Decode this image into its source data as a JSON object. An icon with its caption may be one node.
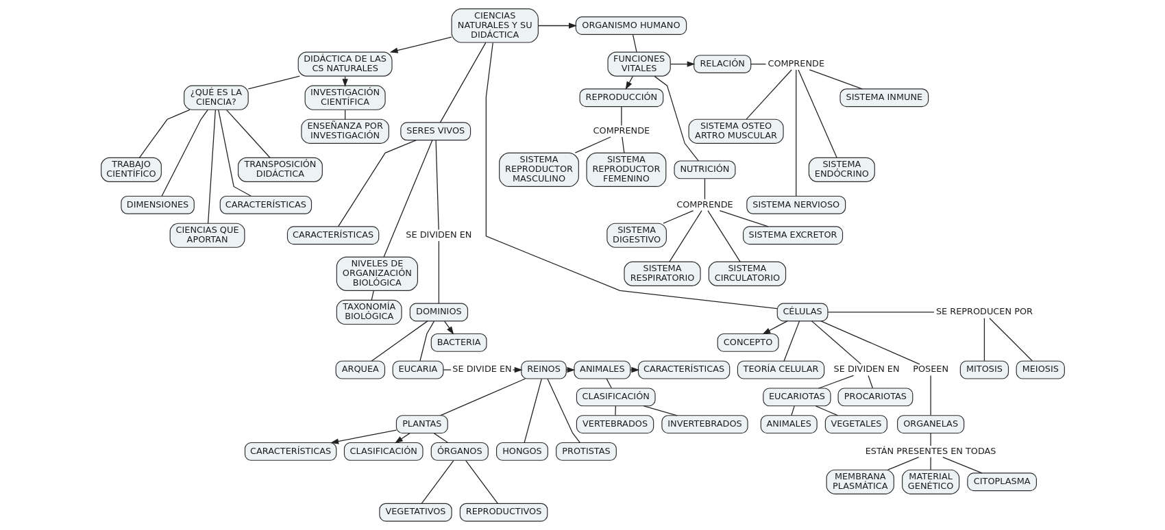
{
  "diagram": {
    "nodes": [
      {
        "text": [
          "CIENCIAS NATURALES Y SU DIDÁCTICA"
        ]
      },
      {
        "text": [
          "ORGANISMO HUMANO"
        ]
      },
      {
        "text": [
          "DIDÁCTICA DE LAS CS NATURALES"
        ]
      },
      {
        "text": [
          "INVESTIGACIÓN CIENTÍFICA"
        ]
      },
      {
        "text": [
          "REPRODUCCIÓN"
        ]
      },
      {
        "text": [
          "FUNCIONES VITALES"
        ]
      },
      {
        "text": [
          "RELACIÓN"
        ]
      },
      {
        "text": [
          "COMPRENDE"
        ]
      },
      {
        "text": [
          "¿QUÉ ES LA CIENCIA?"
        ]
      },
      {
        "text": [
          "ENSEÑANZA POR INVESTIGACIÓN"
        ]
      },
      {
        "text": [
          "SERES VIVOS"
        ]
      },
      {
        "text": [
          "COMPRENDE"
        ]
      },
      {
        "text": [
          "SISTEMA OSTEO ARTRO MUSCULAR"
        ]
      },
      {
        "text": [
          "SISTEMA INMUNE"
        ]
      },
      {
        "text": [
          "TRABAJO CIENTÍFICO"
        ]
      },
      {
        "text": [
          "TRANSPOSICIÓN DIDÁCTICA"
        ]
      },
      {
        "text": [
          "SISTEMA REPRODUCTOR MASCULINO"
        ]
      },
      {
        "text": [
          "SISTEMA REPRODUCTOR FEMENINO"
        ]
      },
      {
        "text": [
          "NUTRICIÓN"
        ]
      },
      {
        "text": [
          "COMPRENDE"
        ]
      },
      {
        "text": [
          "SISTEMA NERVIOSO"
        ]
      },
      {
        "text": [
          "SISTEMA ENDÓCRINO"
        ]
      },
      {
        "text": [
          "DIMENSIONES"
        ]
      },
      {
        "text": [
          "CIENCIAS QUE APORTAN"
        ]
      },
      {
        "text": [
          "CARACTERÍSTICAS"
        ]
      },
      {
        "text": [
          "CARACTERÍSTICAS"
        ]
      },
      {
        "text": [
          "SE DIVIDEN EN"
        ]
      },
      {
        "text": [
          "SISTEMA DIGESTIVO"
        ]
      },
      {
        "text": [
          "SISTEMA EXCRETOR"
        ]
      },
      {
        "text": [
          "NIVELES DE ORGANIZACIÓN BIOLÓGICA"
        ]
      },
      {
        "text": [
          "SISTEMA RESPIRATORIO"
        ]
      },
      {
        "text": [
          "SISTEMA CIRCULATORIO"
        ]
      },
      {
        "text": [
          "CONCEPTO"
        ]
      },
      {
        "text": [
          "CÉLULAS"
        ]
      },
      {
        "text": [
          "SE REPRODUCEN POR"
        ]
      },
      {
        "text": [
          "TAXONOMÍA BIOLÓGICA"
        ]
      },
      {
        "text": [
          "DOMINIOS"
        ]
      },
      {
        "text": [
          "BACTERIA"
        ]
      },
      {
        "text": [
          "CARACTERÍSTICAS"
        ]
      },
      {
        "text": [
          "TEORÍA CELULAR"
        ]
      },
      {
        "text": [
          "SE DIVIDEN EN"
        ]
      },
      {
        "text": [
          "POSEEN"
        ]
      },
      {
        "text": [
          "MITOSIS"
        ]
      },
      {
        "text": [
          "MEIOSIS"
        ]
      },
      {
        "text": [
          "ARQUEA"
        ]
      },
      {
        "text": [
          "EUCARIA"
        ]
      },
      {
        "text": [
          "SE DIVIDE EN"
        ]
      },
      {
        "text": [
          "REINOS"
        ]
      },
      {
        "text": [
          "ANIMALES"
        ]
      },
      {
        "text": [
          "EUCARIOTAS"
        ]
      },
      {
        "text": [
          "PROCARIOTAS"
        ]
      },
      {
        "text": [
          "ORGANELAS"
        ]
      },
      {
        "text": [
          "CLASIFICACIÓN"
        ]
      },
      {
        "text": [
          "ANIMALES"
        ]
      },
      {
        "text": [
          "VEGETALES"
        ]
      },
      {
        "text": [
          "ESTÁN PRESENTES EN TODAS"
        ]
      },
      {
        "text": [
          "CARACTERÍSTICAS"
        ]
      },
      {
        "text": [
          "PLANTAS"
        ]
      },
      {
        "text": [
          "VERTEBRADOS"
        ]
      },
      {
        "text": [
          "INVERTEBRADOS"
        ]
      },
      {
        "text": [
          "MEMBRANA PLASMÁTICA"
        ]
      },
      {
        "text": [
          "CITOPLASMA"
        ]
      },
      {
        "text": [
          "CLASIFICACIÓN"
        ]
      },
      {
        "text": [
          "ÓRGANOS"
        ]
      },
      {
        "text": [
          "HONGOS"
        ]
      },
      {
        "text": [
          "PROTISTAS"
        ]
      },
      {
        "text": [
          "MATERIAL GENÉTICO"
        ]
      },
      {
        "text": [
          "VEGETATIVOS"
        ]
      },
      {
        "text": [
          "REPRODUCTIVOS"
        ]
      }
    ],
    "edges": [
      {
        "from": 0,
        "to": 2,
        "arrow": "to"
      },
      {
        "from": 2,
        "to": 8,
        "arrow": "none"
      },
      {
        "from": 8,
        "to": 14,
        "arrow": "none"
      },
      {
        "from": 8,
        "to": 22,
        "arrow": "none"
      },
      {
        "from": 8,
        "to": 23,
        "arrow": "none"
      },
      {
        "from": 8,
        "to": 24,
        "arrow": "none"
      },
      {
        "from": 8,
        "to": 15,
        "arrow": "none"
      },
      {
        "from": 2,
        "to": 3,
        "arrow": "to"
      },
      {
        "from": 3,
        "to": 9,
        "arrow": "none"
      },
      {
        "from": 0,
        "to": 33,
        "arrow": "none"
      },
      {
        "from": 33,
        "to": 32,
        "arrow": "to"
      },
      {
        "from": 33,
        "to": 39,
        "arrow": "none"
      },
      {
        "from": 33,
        "to": 40,
        "arrow": "none"
      },
      {
        "from": 40,
        "to": 49,
        "arrow": "none"
      },
      {
        "from": 40,
        "to": 50,
        "arrow": "none"
      },
      {
        "from": 49,
        "to": 53,
        "arrow": "none"
      },
      {
        "from": 49,
        "to": 54,
        "arrow": "none"
      },
      {
        "from": 33,
        "to": 41,
        "arrow": "none"
      },
      {
        "from": 41,
        "to": 51,
        "arrow": "none"
      },
      {
        "from": 51,
        "to": 55,
        "arrow": "none"
      },
      {
        "from": 55,
        "to": 60,
        "arrow": "none"
      },
      {
        "from": 55,
        "to": 66,
        "arrow": "none"
      },
      {
        "from": 55,
        "to": 61,
        "arrow": "none"
      },
      {
        "from": 33,
        "to": 34,
        "arrow": "none"
      },
      {
        "from": 34,
        "to": 42,
        "arrow": "none"
      },
      {
        "from": 34,
        "to": 43,
        "arrow": "none"
      },
      {
        "from": 0,
        "to": 10,
        "arrow": "none"
      },
      {
        "from": 10,
        "to": 25,
        "arrow": "none"
      },
      {
        "from": 10,
        "to": 29,
        "arrow": "none"
      },
      {
        "from": 29,
        "to": 35,
        "arrow": "none"
      },
      {
        "from": 10,
        "to": 26,
        "arrow": "none"
      },
      {
        "from": 26,
        "to": 36,
        "arrow": "none"
      },
      {
        "from": 36,
        "to": 44,
        "arrow": "none"
      },
      {
        "from": 36,
        "to": 45,
        "arrow": "none"
      },
      {
        "from": 45,
        "to": 46,
        "arrow": "none"
      },
      {
        "from": 46,
        "to": 47,
        "arrow": "to"
      },
      {
        "from": 47,
        "to": 57,
        "arrow": "none"
      },
      {
        "from": 57,
        "to": 56,
        "arrow": "to"
      },
      {
        "from": 57,
        "to": 62,
        "arrow": "to"
      },
      {
        "from": 57,
        "to": 63,
        "arrow": "none"
      },
      {
        "from": 63,
        "to": 67,
        "arrow": "none"
      },
      {
        "from": 63,
        "to": 68,
        "arrow": "none"
      },
      {
        "from": 47,
        "to": 64,
        "arrow": "none"
      },
      {
        "from": 47,
        "to": 65,
        "arrow": "none"
      },
      {
        "from": 47,
        "to": 48,
        "arrow": "to"
      },
      {
        "from": 48,
        "to": 52,
        "arrow": "none"
      },
      {
        "from": 52,
        "to": 58,
        "arrow": "none"
      },
      {
        "from": 52,
        "to": 59,
        "arrow": "none"
      },
      {
        "from": 48,
        "to": 38,
        "arrow": "to"
      },
      {
        "from": 36,
        "to": 37,
        "arrow": "to"
      },
      {
        "from": 0,
        "to": 1,
        "arrow": "to"
      },
      {
        "from": 1,
        "to": 5,
        "arrow": "none"
      },
      {
        "from": 5,
        "to": 4,
        "arrow": "to"
      },
      {
        "from": 4,
        "to": 11,
        "arrow": "none"
      },
      {
        "from": 11,
        "to": 16,
        "arrow": "none"
      },
      {
        "from": 11,
        "to": 17,
        "arrow": "none"
      },
      {
        "from": 5,
        "to": 18,
        "arrow": "none"
      },
      {
        "from": 18,
        "to": 19,
        "arrow": "none"
      },
      {
        "from": 19,
        "to": 27,
        "arrow": "none"
      },
      {
        "from": 19,
        "to": 30,
        "arrow": "none"
      },
      {
        "from": 19,
        "to": 31,
        "arrow": "none"
      },
      {
        "from": 19,
        "to": 28,
        "arrow": "none"
      },
      {
        "from": 5,
        "to": 6,
        "arrow": "to"
      },
      {
        "from": 6,
        "to": 7,
        "arrow": "none"
      },
      {
        "from": 7,
        "to": 12,
        "arrow": "none"
      },
      {
        "from": 7,
        "to": 20,
        "arrow": "none"
      },
      {
        "from": 7,
        "to": 21,
        "arrow": "none"
      },
      {
        "from": 7,
        "to": 13,
        "arrow": "none"
      }
    ]
  }
}
